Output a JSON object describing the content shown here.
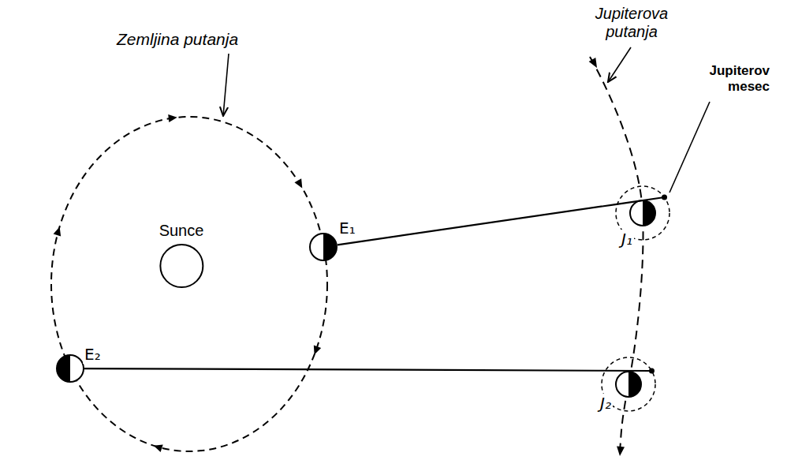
{
  "diagram": {
    "nodes": [
      {
        "text": [
          "Sunce"
        ]
      },
      {
        "text": [
          "E₁"
        ]
      },
      {
        "text": [
          "E₂"
        ]
      },
      {
        "text": [
          "J₁"
        ]
      },
      {
        "text": [
          "J₂"
        ]
      }
    ],
    "edges": [
      {
        "from": 1,
        "to": 3,
        "arrow": "none"
      },
      {
        "from": 2,
        "to": 4,
        "arrow": "none"
      }
    ],
    "labels": [
      "Zemljina putanja",
      "Jupiterova putanja",
      "Jupiterov mesec"
    ]
  }
}
